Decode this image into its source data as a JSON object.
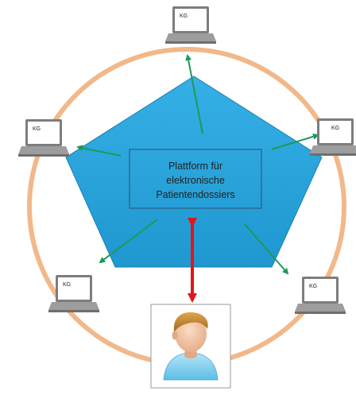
{
  "diagram": {
    "center_label_lines": [
      "Plattform für",
      "elektronische",
      "Patientendossiers"
    ],
    "laptops": [
      {
        "id": "top",
        "label": "KG"
      },
      {
        "id": "right",
        "label": "KG"
      },
      {
        "id": "bottom-right",
        "label": "KG"
      },
      {
        "id": "bottom-left",
        "label": "KG"
      },
      {
        "id": "left",
        "label": "KG"
      }
    ],
    "colors": {
      "ring": "#f2b889",
      "pentagon": "#2aa4dc",
      "pentagon_stroke": "#1b7fb0",
      "label_box_stroke": "#2b5070",
      "data_arrow": "#1e9a56",
      "patient_arrow": "#e3141b",
      "laptop_frame": "#8a8a8a",
      "laptop_screen": "#ffffff",
      "patient_box_stroke": "#999999",
      "skin": "#f2c4a0",
      "hair": "#c58a35",
      "shirt": "#8fd3ef"
    }
  }
}
